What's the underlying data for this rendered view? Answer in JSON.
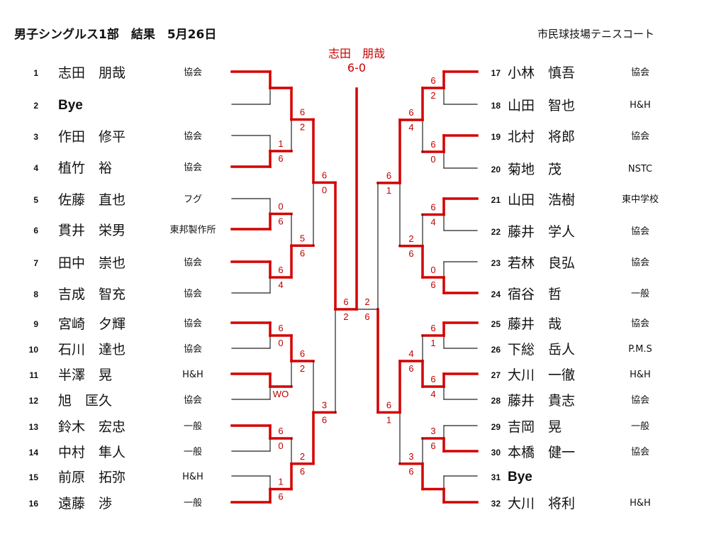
{
  "header": {
    "title": "男子シングルス1部　結果　5月26日",
    "venue": "市民球技場テニスコート"
  },
  "champion": {
    "name": "志田　朋哉",
    "score": "6-0",
    "side": "left"
  },
  "colors": {
    "win_line": "#d40000",
    "line": "#222222",
    "score": "#c00000"
  },
  "left": {
    "players": [
      {
        "no": "1",
        "name": "志田　朋哉",
        "club": "協会"
      },
      {
        "no": "2",
        "name": "Bye",
        "club": ""
      },
      {
        "no": "3",
        "name": "作田　修平",
        "club": "協会"
      },
      {
        "no": "4",
        "name": "植竹　裕",
        "club": "協会"
      },
      {
        "no": "5",
        "name": "佐藤　直也",
        "club": "フグ"
      },
      {
        "no": "6",
        "name": "貫井　栄男",
        "club": "東邦製作所"
      },
      {
        "no": "7",
        "name": "田中　崇也",
        "club": "協会"
      },
      {
        "no": "8",
        "name": "吉成　智充",
        "club": "協会"
      },
      {
        "no": "9",
        "name": "宮崎　夕輝",
        "club": "協会"
      },
      {
        "no": "10",
        "name": "石川　達也",
        "club": "協会"
      },
      {
        "no": "11",
        "name": "半澤　晃",
        "club": "H&H"
      },
      {
        "no": "12",
        "name": "旭　匡久",
        "club": "協会"
      },
      {
        "no": "13",
        "name": "鈴木　宏忠",
        "club": "一般"
      },
      {
        "no": "14",
        "name": "中村　隼人",
        "club": "一般"
      },
      {
        "no": "15",
        "name": "前原　拓弥",
        "club": "H&H"
      },
      {
        "no": "16",
        "name": "遠藤　渉",
        "club": "一般"
      }
    ],
    "rounds": [
      [
        {
          "s": [
            "",
            ""
          ],
          "w": 0
        },
        {
          "s": [
            "1",
            "6"
          ],
          "w": 1
        },
        {
          "s": [
            "0",
            "6"
          ],
          "w": 1
        },
        {
          "s": [
            "6",
            "4"
          ],
          "w": 0
        },
        {
          "s": [
            "6",
            "0"
          ],
          "w": 0
        },
        {
          "s": [
            "",
            "WO"
          ],
          "w": 0
        },
        {
          "s": [
            "6",
            "0"
          ],
          "w": 0
        },
        {
          "s": [
            "1",
            "6"
          ],
          "w": 1
        }
      ],
      [
        {
          "s": [
            "6",
            "2"
          ],
          "w": 0
        },
        {
          "s": [
            "5",
            "6"
          ],
          "w": 1
        },
        {
          "s": [
            "6",
            "2"
          ],
          "w": 0
        },
        {
          "s": [
            "2",
            "6"
          ],
          "w": 1
        }
      ],
      [
        {
          "s": [
            "6",
            "0"
          ],
          "w": 0
        },
        {
          "s": [
            "3",
            "6"
          ],
          "w": 1
        }
      ],
      [
        {
          "s": [
            "6",
            "2"
          ],
          "w": 0
        }
      ]
    ]
  },
  "right": {
    "players": [
      {
        "no": "17",
        "name": "小林　慎吾",
        "club": "協会"
      },
      {
        "no": "18",
        "name": "山田　智也",
        "club": "H&H"
      },
      {
        "no": "19",
        "name": "北村　将郎",
        "club": "協会"
      },
      {
        "no": "20",
        "name": "菊地　茂",
        "club": "NSTC"
      },
      {
        "no": "21",
        "name": "山田　浩樹",
        "club": "東中学校"
      },
      {
        "no": "22",
        "name": "藤井　学人",
        "club": "協会"
      },
      {
        "no": "23",
        "name": "若林　良弘",
        "club": "協会"
      },
      {
        "no": "24",
        "name": "宿谷　哲",
        "club": "一般"
      },
      {
        "no": "25",
        "name": "藤井　哉",
        "club": "協会"
      },
      {
        "no": "26",
        "name": "下総　岳人",
        "club": "P.M.S"
      },
      {
        "no": "27",
        "name": "大川　一徹",
        "club": "H&H"
      },
      {
        "no": "28",
        "name": "藤井　貴志",
        "club": "協会"
      },
      {
        "no": "29",
        "name": "吉岡　晃",
        "club": "一般"
      },
      {
        "no": "30",
        "name": "本橋　健一",
        "club": "協会"
      },
      {
        "no": "31",
        "name": "Bye",
        "club": ""
      },
      {
        "no": "32",
        "name": "大川　将利",
        "club": "H&H"
      }
    ],
    "rounds": [
      [
        {
          "s": [
            "6",
            "2"
          ],
          "w": 0
        },
        {
          "s": [
            "6",
            "0"
          ],
          "w": 0
        },
        {
          "s": [
            "6",
            "4"
          ],
          "w": 0
        },
        {
          "s": [
            "0",
            "6"
          ],
          "w": 1
        },
        {
          "s": [
            "6",
            "1"
          ],
          "w": 0
        },
        {
          "s": [
            "6",
            "4"
          ],
          "w": 0
        },
        {
          "s": [
            "3",
            "6"
          ],
          "w": 1
        },
        {
          "s": [
            "",
            ""
          ],
          "w": 1
        }
      ],
      [
        {
          "s": [
            "6",
            "4"
          ],
          "w": 0
        },
        {
          "s": [
            "2",
            "6"
          ],
          "w": 1
        },
        {
          "s": [
            "4",
            "6"
          ],
          "w": 1
        },
        {
          "s": [
            "3",
            "6"
          ],
          "w": 1
        }
      ],
      [
        {
          "s": [
            "6",
            "1"
          ],
          "w": 0
        },
        {
          "s": [
            "6",
            "1"
          ],
          "w": 0
        }
      ],
      [
        {
          "s": [
            "2",
            "6"
          ],
          "w": 1
        }
      ]
    ]
  }
}
